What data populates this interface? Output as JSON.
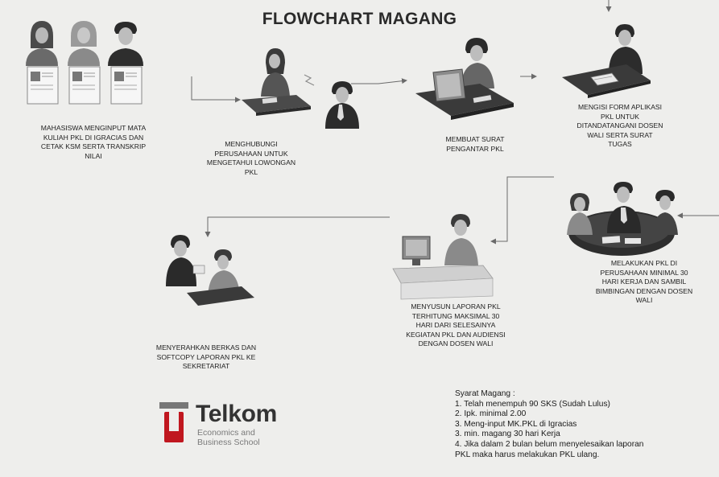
{
  "title": "FLOWCHART MAGANG",
  "steps": [
    {
      "label": "MAHASISWA MENGINPUT MATA KULIAH PKL DI IGRACIAS DAN CETAK KSM SERTA TRANSKRIP NILAI",
      "lines": [
        "MAHASISWA MENGINPUT MATA",
        "KULIAH PKL DI IGRACIAS DAN",
        "CETAK KSM SERTA TRANSKRIP",
        "NILAI"
      ]
    },
    {
      "label": "MENGHUBUNGI PERUSAHAAN UNTUK MENGETAHUI LOWONGAN PKL",
      "lines": [
        "MENGHUBUNGI",
        "PERUSAHAAN UNTUK",
        "MENGETAHUI LOWONGAN",
        "PKL"
      ]
    },
    {
      "label": "MEMBUAT SURAT PENGANTAR PKL",
      "lines": [
        "MEMBUAT SURAT",
        "PENGANTAR PKL"
      ]
    },
    {
      "label": "MENGISI FORM APLIKASI PKL UNTUK DITANDATANGANI DOSEN WALI SERTA SURAT TUGAS",
      "lines": [
        "MENGISI FORM APLIKASI",
        "PKL UNTUK",
        "DITANDATANGANI DOSEN",
        "WALI SERTA SURAT",
        "TUGAS"
      ]
    },
    {
      "label": "MELAKUKAN PKL DI PERUSAHAAN MINIMAL 30 HARI KERJA DAN SAMBIL BIMBINGAN DENGAN DOSEN WALI",
      "lines": [
        "MELAKUKAN PKL DI",
        "PERUSAHAAN MINIMAL 30",
        "HARI KERJA DAN SAMBIL",
        "BIMBINGAN DENGAN DOSEN",
        "WALI"
      ]
    },
    {
      "label": "MENYUSUN LAPORAN PKL TERHITUNG MAKSIMAL 30 HARI DARI SELESAINYA KEGIATAN PKL DAN AUDIENSI DENGAN DOSEN WALI",
      "lines": [
        "MENYUSUN LAPORAN PKL",
        "TERHITUNG MAKSIMAL 30",
        "HARI DARI SELESAINYA",
        "KEGIATAN PKL DAN AUDIENSI",
        "DENGAN DOSEN WALI"
      ]
    },
    {
      "label": "MENYERAHKAN BERKAS DAN SOFTCOPY LAPORAN PKL KE SEKRETARIAT",
      "lines": [
        "MENYERAHKAN BERKAS DAN",
        "SOFTCOPY LAPORAN PKL KE",
        "SEKRETARIAT"
      ]
    }
  ],
  "requirements": {
    "heading": "Syarat Magang :",
    "items": [
      "1. Telah menempuh 90 SKS (Sudah Lulus)",
      "2. Ipk. minimal 2.00",
      "3. Meng-input MK.PKL di Igracias",
      "3. min. magang 30 hari Kerja",
      "4. Jika dalam 2 bulan belum menyelesaikan laporan",
      "PKL maka harus melakukan PKL ulang."
    ]
  },
  "logo": {
    "name": "Telkom",
    "sub_line1": "Economics and",
    "sub_line2": "Business School"
  },
  "colors": {
    "background": "#eeeeec",
    "figure": "#3a3a3a",
    "figure_light": "#8a8a8a",
    "arrow": "#6a6a6a",
    "logo_red": "#c0171f"
  }
}
